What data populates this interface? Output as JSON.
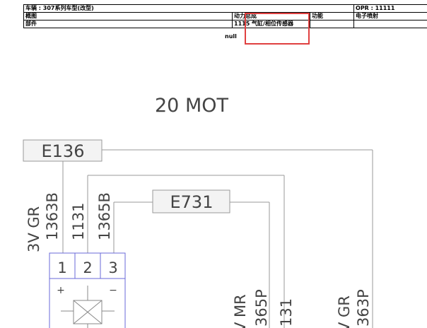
{
  "header": {
    "vehicle": "车辆 : 307系列车型(改型)",
    "opr": "OPR : 11111",
    "overview": "概图",
    "system": "动力总成",
    "function_label": "功能",
    "function_value": "电子喷射",
    "part": "部件",
    "part_value": "1115 气缸/相位传感器",
    "null_text": "null"
  },
  "diagram": {
    "title": "20 MOT",
    "box_e136": "E136",
    "box_e731": "E731",
    "wire_3v_gr": "3V GR",
    "wire_1363b": "1363B",
    "wire_1131": "1131",
    "wire_1365b": "1365B",
    "pin_1": "1",
    "pin_2": "2",
    "pin_3": "3",
    "plus": "+",
    "minus": "−",
    "wire_v_mr": "V MR",
    "wire_365p": "365P",
    "wire_131": "131",
    "wire_v_gr": "V GR",
    "wire_363p": "363P"
  }
}
